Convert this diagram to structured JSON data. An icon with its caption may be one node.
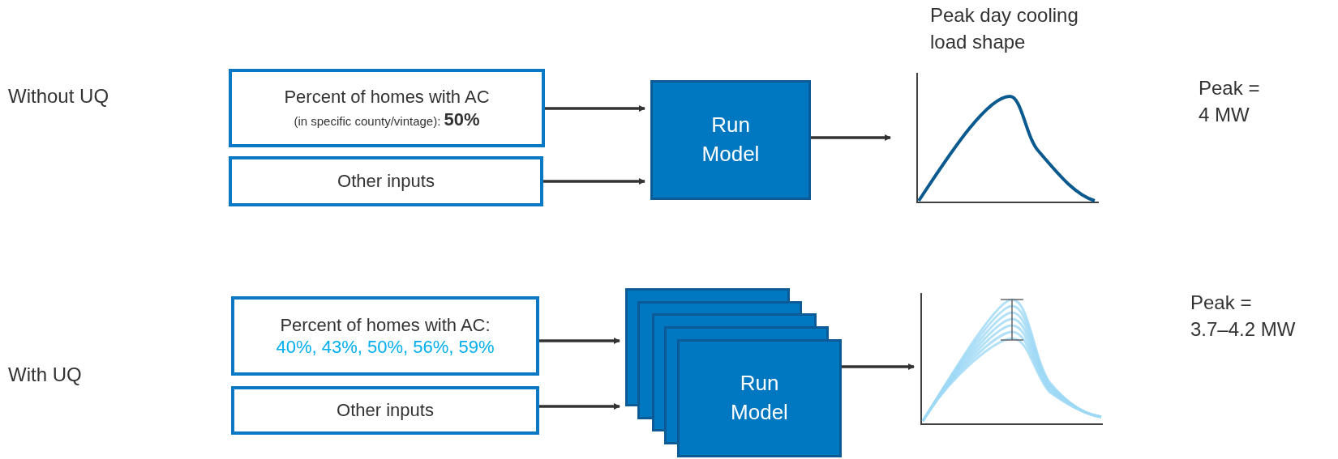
{
  "diagram": {
    "nodes": [
      {
        "text": [
          "Percent of homes with AC",
          "(in specific county/vintage): **50%**"
        ]
      },
      {
        "text": [
          "Other inputs"
        ]
      },
      {
        "text": [
          "Run Model"
        ]
      },
      {
        "text": [
          "Peak day cooling load shape"
        ]
      },
      {
        "text": [
          "Percent of homes with AC:",
          "40%, 43%, 50%, 56%, 59%"
        ]
      },
      {
        "text": [
          "Other inputs"
        ]
      },
      {
        "text": [
          "Run Model"
        ]
      },
      {
        "text": [],
        "shape": "picture"
      }
    ],
    "edges": [
      {
        "from": 0,
        "to": 2,
        "arrow": "to"
      },
      {
        "from": 1,
        "to": 2,
        "arrow": "to"
      },
      {
        "from": 2,
        "to": 3,
        "arrow": "to"
      },
      {
        "from": 4,
        "to": 6,
        "arrow": "to"
      },
      {
        "from": 5,
        "to": 6,
        "arrow": "to"
      },
      {
        "from": 6,
        "to": 7,
        "arrow": "to"
      }
    ],
    "labels": [
      "Without UQ",
      "Peak = 4 MW",
      "With UQ",
      "Peak = 3.7–4.2 MW"
    ]
  }
}
